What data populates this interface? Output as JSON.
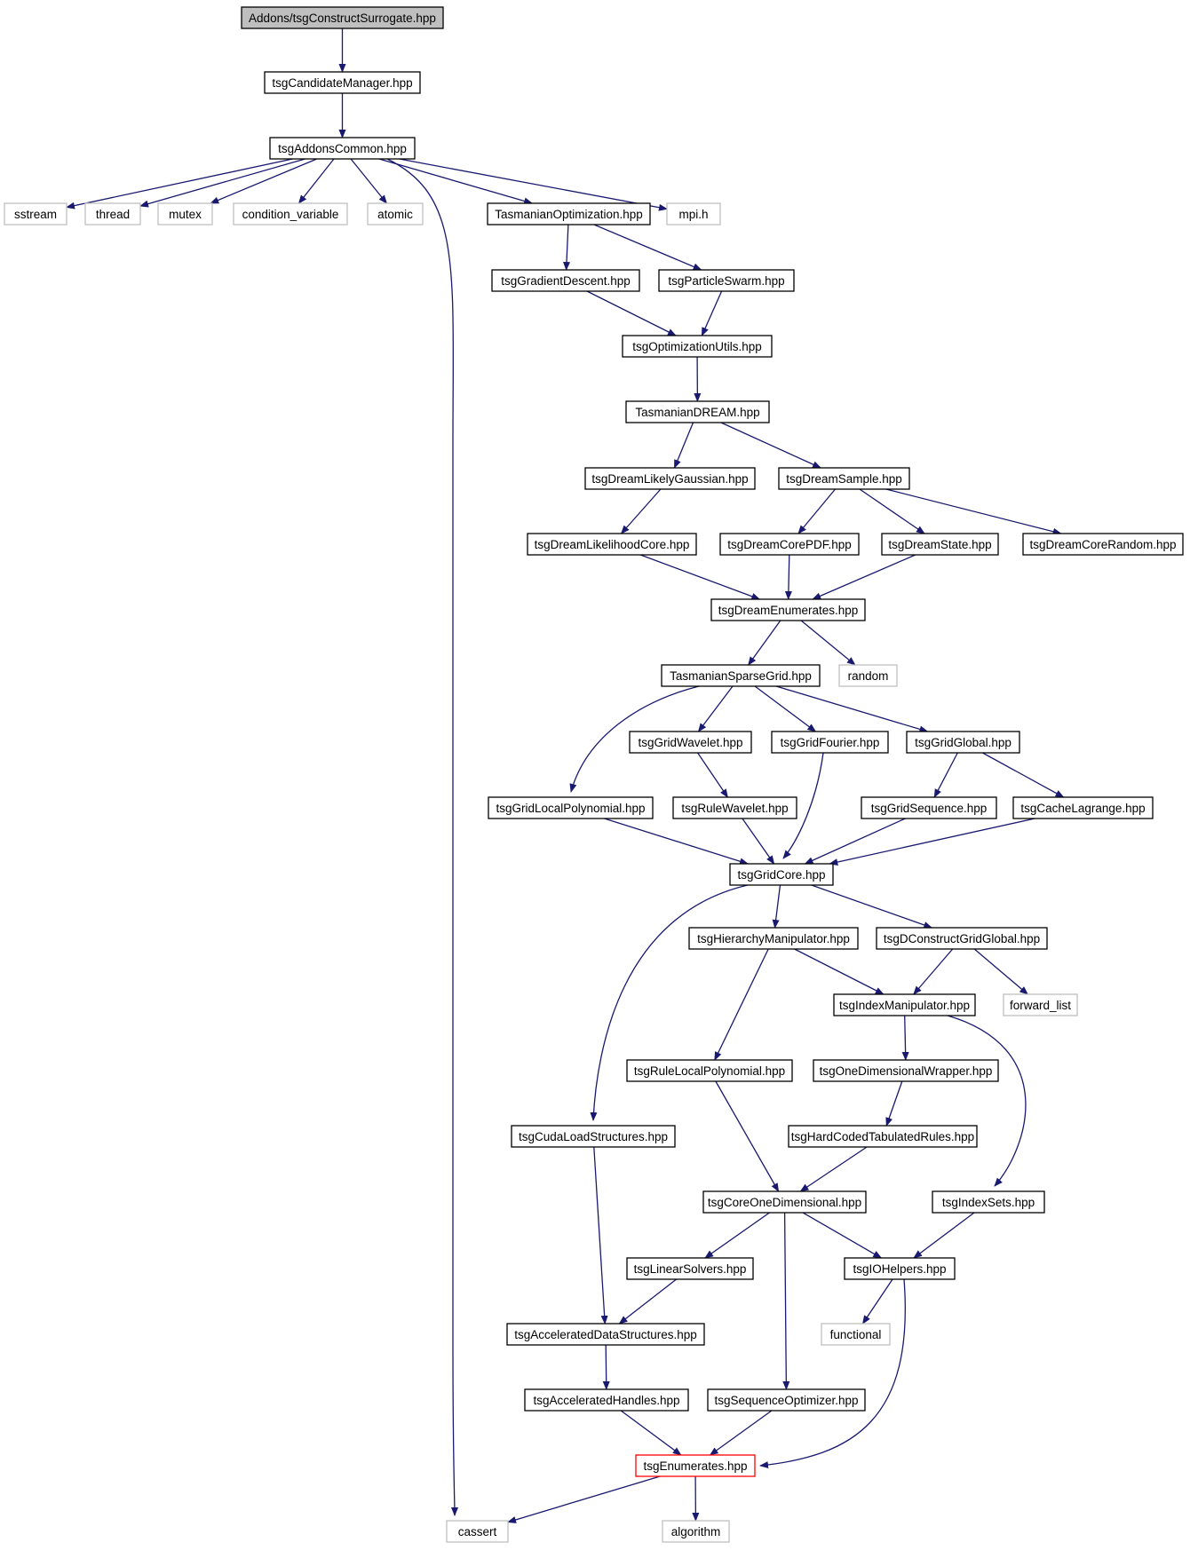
{
  "colors": {
    "edge": "#191970",
    "normal_border": "#000000",
    "system_border": "#bfbfbf",
    "highlight_border": "#ff0000",
    "root_fill": "#bfbfbf",
    "text": "#000000"
  },
  "nodes": [
    {
      "id": "root",
      "label": "Addons/tsgConstructSurrogate.hpp",
      "kind": "root"
    },
    {
      "id": "candidate",
      "label": "tsgCandidateManager.hpp",
      "kind": "normal"
    },
    {
      "id": "addons",
      "label": "tsgAddonsCommon.hpp",
      "kind": "normal"
    },
    {
      "id": "sstream",
      "label": "sstream",
      "kind": "system"
    },
    {
      "id": "thread",
      "label": "thread",
      "kind": "system"
    },
    {
      "id": "mutex",
      "label": "mutex",
      "kind": "system"
    },
    {
      "id": "condvar",
      "label": "condition_variable",
      "kind": "system"
    },
    {
      "id": "atomic",
      "label": "atomic",
      "kind": "system"
    },
    {
      "id": "tasopt",
      "label": "TasmanianOptimization.hpp",
      "kind": "normal"
    },
    {
      "id": "mpi",
      "label": "mpi.h",
      "kind": "system"
    },
    {
      "id": "graddesc",
      "label": "tsgGradientDescent.hpp",
      "kind": "normal"
    },
    {
      "id": "pswarm",
      "label": "tsgParticleSwarm.hpp",
      "kind": "normal"
    },
    {
      "id": "optutils",
      "label": "tsgOptimizationUtils.hpp",
      "kind": "normal"
    },
    {
      "id": "tasdream",
      "label": "TasmanianDREAM.hpp",
      "kind": "normal"
    },
    {
      "id": "dlgauss",
      "label": "tsgDreamLikelyGaussian.hpp",
      "kind": "normal"
    },
    {
      "id": "dsample",
      "label": "tsgDreamSample.hpp",
      "kind": "normal"
    },
    {
      "id": "dlcore",
      "label": "tsgDreamLikelihoodCore.hpp",
      "kind": "normal"
    },
    {
      "id": "dcorepdf",
      "label": "tsgDreamCorePDF.hpp",
      "kind": "normal"
    },
    {
      "id": "dstate",
      "label": "tsgDreamState.hpp",
      "kind": "normal"
    },
    {
      "id": "dcorerandom",
      "label": "tsgDreamCoreRandom.hpp",
      "kind": "normal"
    },
    {
      "id": "denum",
      "label": "tsgDreamEnumerates.hpp",
      "kind": "normal"
    },
    {
      "id": "tsg",
      "label": "TasmanianSparseGrid.hpp",
      "kind": "normal"
    },
    {
      "id": "random",
      "label": "random",
      "kind": "system"
    },
    {
      "id": "gwavelet",
      "label": "tsgGridWavelet.hpp",
      "kind": "normal"
    },
    {
      "id": "gfourier",
      "label": "tsgGridFourier.hpp",
      "kind": "normal"
    },
    {
      "id": "gglobal",
      "label": "tsgGridGlobal.hpp",
      "kind": "normal"
    },
    {
      "id": "glocalpoly",
      "label": "tsgGridLocalPolynomial.hpp",
      "kind": "normal"
    },
    {
      "id": "rwavelet",
      "label": "tsgRuleWavelet.hpp",
      "kind": "normal"
    },
    {
      "id": "gsequence",
      "label": "tsgGridSequence.hpp",
      "kind": "normal"
    },
    {
      "id": "cachelag",
      "label": "tsgCacheLagrange.hpp",
      "kind": "normal"
    },
    {
      "id": "gridcore",
      "label": "tsgGridCore.hpp",
      "kind": "normal"
    },
    {
      "id": "hiermanip",
      "label": "tsgHierarchyManipulator.hpp",
      "kind": "normal"
    },
    {
      "id": "dconstruct",
      "label": "tsgDConstructGridGlobal.hpp",
      "kind": "normal"
    },
    {
      "id": "indexmanip",
      "label": "tsgIndexManipulator.hpp",
      "kind": "normal"
    },
    {
      "id": "fwdlist",
      "label": "forward_list",
      "kind": "system"
    },
    {
      "id": "rlocalpoly",
      "label": "tsgRuleLocalPolynomial.hpp",
      "kind": "normal"
    },
    {
      "id": "onedimwrap",
      "label": "tsgOneDimensionalWrapper.hpp",
      "kind": "normal"
    },
    {
      "id": "cudaload",
      "label": "tsgCudaLoadStructures.hpp",
      "kind": "normal"
    },
    {
      "id": "hardcoded",
      "label": "tsgHardCodedTabulatedRules.hpp",
      "kind": "normal"
    },
    {
      "id": "coreonedim",
      "label": "tsgCoreOneDimensional.hpp",
      "kind": "normal"
    },
    {
      "id": "indexsets",
      "label": "tsgIndexSets.hpp",
      "kind": "normal"
    },
    {
      "id": "linsolve",
      "label": "tsgLinearSolvers.hpp",
      "kind": "normal"
    },
    {
      "id": "iohelpers",
      "label": "tsgIOHelpers.hpp",
      "kind": "normal"
    },
    {
      "id": "accdata",
      "label": "tsgAcceleratedDataStructures.hpp",
      "kind": "normal"
    },
    {
      "id": "functional",
      "label": "functional",
      "kind": "system"
    },
    {
      "id": "acchandles",
      "label": "tsgAcceleratedHandles.hpp",
      "kind": "normal"
    },
    {
      "id": "seqopt",
      "label": "tsgSequenceOptimizer.hpp",
      "kind": "normal"
    },
    {
      "id": "enumerates",
      "label": "tsgEnumerates.hpp",
      "kind": "highlight"
    },
    {
      "id": "cassert",
      "label": "cassert",
      "kind": "system"
    },
    {
      "id": "algorithm",
      "label": "algorithm",
      "kind": "system"
    }
  ],
  "edges": [
    [
      "root",
      "candidate"
    ],
    [
      "candidate",
      "addons"
    ],
    [
      "addons",
      "sstream"
    ],
    [
      "addons",
      "thread"
    ],
    [
      "addons",
      "mutex"
    ],
    [
      "addons",
      "condvar"
    ],
    [
      "addons",
      "atomic"
    ],
    [
      "addons",
      "tasopt"
    ],
    [
      "addons",
      "mpi"
    ],
    [
      "addons",
      "cassert"
    ],
    [
      "tasopt",
      "graddesc"
    ],
    [
      "tasopt",
      "pswarm"
    ],
    [
      "graddesc",
      "optutils"
    ],
    [
      "pswarm",
      "optutils"
    ],
    [
      "optutils",
      "tasdream"
    ],
    [
      "tasdream",
      "dlgauss"
    ],
    [
      "tasdream",
      "dsample"
    ],
    [
      "dlgauss",
      "dlcore"
    ],
    [
      "dsample",
      "dcorepdf"
    ],
    [
      "dsample",
      "dstate"
    ],
    [
      "dsample",
      "dcorerandom"
    ],
    [
      "dlcore",
      "denum"
    ],
    [
      "dcorepdf",
      "denum"
    ],
    [
      "dstate",
      "denum"
    ],
    [
      "denum",
      "tsg"
    ],
    [
      "denum",
      "random"
    ],
    [
      "tsg",
      "glocalpoly"
    ],
    [
      "tsg",
      "gwavelet"
    ],
    [
      "tsg",
      "gfourier"
    ],
    [
      "tsg",
      "gglobal"
    ],
    [
      "gwavelet",
      "rwavelet"
    ],
    [
      "gfourier",
      "gridcore"
    ],
    [
      "gglobal",
      "gsequence"
    ],
    [
      "gglobal",
      "cachelag"
    ],
    [
      "glocalpoly",
      "gridcore"
    ],
    [
      "rwavelet",
      "gridcore"
    ],
    [
      "gsequence",
      "gridcore"
    ],
    [
      "cachelag",
      "gridcore"
    ],
    [
      "gridcore",
      "cudaload"
    ],
    [
      "gridcore",
      "hiermanip"
    ],
    [
      "gridcore",
      "dconstruct"
    ],
    [
      "hiermanip",
      "indexmanip"
    ],
    [
      "hiermanip",
      "rlocalpoly"
    ],
    [
      "dconstruct",
      "indexmanip"
    ],
    [
      "dconstruct",
      "fwdlist"
    ],
    [
      "indexmanip",
      "onedimwrap"
    ],
    [
      "indexmanip",
      "indexsets"
    ],
    [
      "onedimwrap",
      "hardcoded"
    ],
    [
      "hardcoded",
      "coreonedim"
    ],
    [
      "rlocalpoly",
      "coreonedim"
    ],
    [
      "cudaload",
      "accdata"
    ],
    [
      "coreonedim",
      "linsolve"
    ],
    [
      "coreonedim",
      "seqopt"
    ],
    [
      "coreonedim",
      "iohelpers"
    ],
    [
      "indexsets",
      "iohelpers"
    ],
    [
      "linsolve",
      "accdata"
    ],
    [
      "iohelpers",
      "functional"
    ],
    [
      "iohelpers",
      "enumerates"
    ],
    [
      "accdata",
      "acchandles"
    ],
    [
      "acchandles",
      "enumerates"
    ],
    [
      "seqopt",
      "enumerates"
    ],
    [
      "enumerates",
      "cassert"
    ],
    [
      "enumerates",
      "algorithm"
    ]
  ]
}
